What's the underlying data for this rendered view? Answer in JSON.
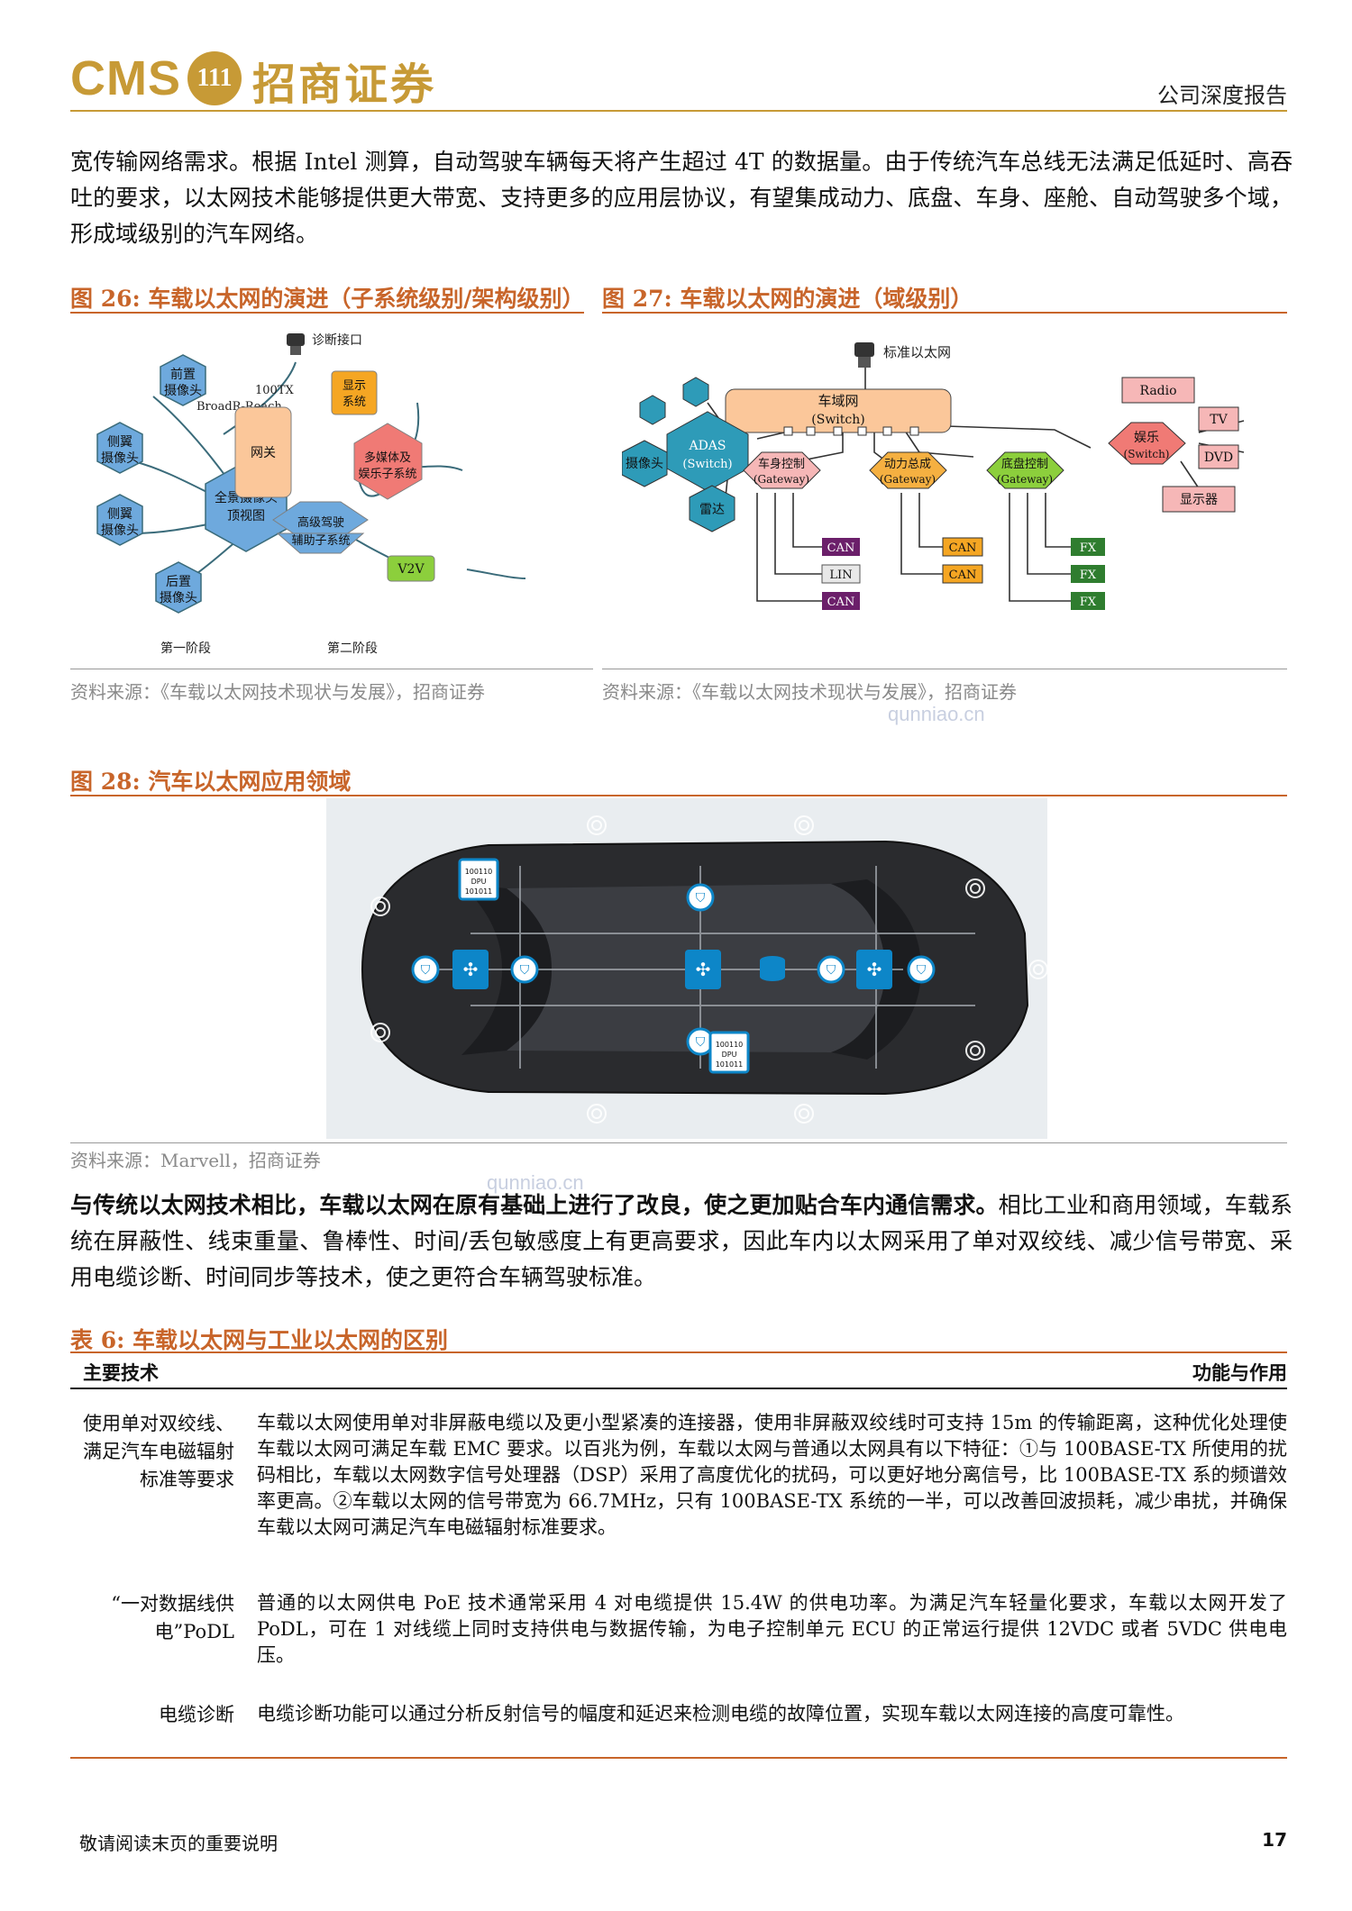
{
  "header": {
    "logo_cms": "CMS",
    "logo_badge": "111",
    "logo_cn": "招商证券",
    "report_type": "公司深度报告"
  },
  "intro_paragraph": "宽传输网络需求。根据 Intel 测算，自动驾驶车辆每天将产生超过 4T 的数据量。由于传统汽车总线无法满足低延时、高吞吐的要求，以太网技术能够提供更大带宽、支持更多的应用层协议，有望集成动力、底盘、车身、座舱、自动驾驶多个域，形成域级别的汽车网络。",
  "fig26": {
    "title": "图 26: 车载以太网的演进（子系统级别/架构级别）",
    "stage1": {
      "center": "全景摄像头顶视图",
      "cams": [
        "前置摄像头",
        "侧翼摄像头",
        "侧翼摄像头",
        "后置摄像头"
      ],
      "link_label": "BroadR-Reach",
      "stage_label": "第一阶段"
    },
    "stage2": {
      "diag_label": "诊断接口",
      "link_label": "100TX",
      "gateway": "网关",
      "display": "显示系统",
      "multimedia": "多媒体及娱乐子系统",
      "adas": "高级驾驶辅助子系统",
      "v2v": "V2V",
      "stage_label": "第二阶段"
    },
    "source": "资料来源：《车载以太网技术现状与发展》，招商证券"
  },
  "fig27": {
    "title": "图 27: 车载以太网的演进（域级别）",
    "std_eth": "标准以太网",
    "switch": "车域网 (Switch)",
    "adas": "ADAS (Switch)",
    "camera": "摄像头",
    "radar": "雷达",
    "body": "车身控制 (Gateway)",
    "power": "动力总成 (Gateway)",
    "chassis": "底盘控制 (Gateway)",
    "ent": "娱乐 (Switch)",
    "ent_items": [
      "Radio",
      "TV",
      "DVD",
      "显示器"
    ],
    "body_buses": [
      "CAN",
      "LIN",
      "CAN"
    ],
    "power_buses": [
      "CAN",
      "CAN"
    ],
    "chassis_buses": [
      "FX",
      "FX",
      "FX"
    ],
    "colors": {
      "teal": "#2e9bb8",
      "orange_box": "#fbc79a",
      "pink": "#f6b7b7",
      "can_purple": "#6b1f6a",
      "fx_green": "#2f7d2f"
    },
    "source": "资料来源：《车载以太网技术现状与发展》，招商证券"
  },
  "watermark": "qunniao.cn",
  "fig28": {
    "title": "图 28: 汽车以太网应用领域",
    "chip_label_1": "100110 DPU 101011",
    "chip_label_2": "100110 DPU 101011",
    "source": "资料来源：Marvell，招商证券"
  },
  "para2_bold": "与传统以太网技术相比，车载以太网在原有基础上进行了改良，使之更加贴合车内通信需求。",
  "para2_rest": "相比工业和商用领域，车载系统在屏蔽性、线束重量、鲁棒性、时间/丢包敏感度上有更高要求，因此车内以太网采用了单对双绞线、减少信号带宽、采用电缆诊断、时间同步等技术，使之更符合车辆驾驶标准。",
  "table6": {
    "title": "表 6: 车载以太网与工业以太网的区别",
    "col1": "主要技术",
    "col2": "功能与作用",
    "rows": [
      {
        "tech": "使用单对双绞线、满足汽车电磁辐射标准等要求",
        "desc": "车载以太网使用单对非屏蔽电缆以及更小型紧凑的连接器，使用非屏蔽双绞线时可支持 15m 的传输距离，这种优化处理使车载以太网可满足车载 EMC 要求。以百兆为例，车载以太网与普通以太网具有以下特征：①与 100BASE-TX 所使用的扰码相比，车载以太网数字信号处理器（DSP）采用了高度优化的扰码，可以更好地分离信号，比 100BASE-TX 系的频谱效率更高。②车载以太网的信号带宽为 66.7MHz，只有 100BASE-TX 系统的一半，可以改善回波损耗，减少串扰，并确保车载以太网可满足汽车电磁辐射标准要求。"
      },
      {
        "tech": "“一对数据线供电”PoDL",
        "desc": "普通的以太网供电 PoE 技术通常采用 4 对电缆提供 15.4W 的供电功率。为满足汽车轻量化要求，车载以太网开发了 PoDL，可在 1 对线缆上同时支持供电与数据传输，为电子控制单元 ECU 的正常运行提供 12VDC 或者 5VDC 供电电压。"
      },
      {
        "tech": "电缆诊断",
        "desc": "电缆诊断功能可以通过分析反射信号的幅度和延迟来检测电缆的故障位置，实现车载以太网连接的高度可靠性。"
      }
    ]
  },
  "footer": {
    "note": "敬请阅读末页的重要说明",
    "page": "17"
  }
}
